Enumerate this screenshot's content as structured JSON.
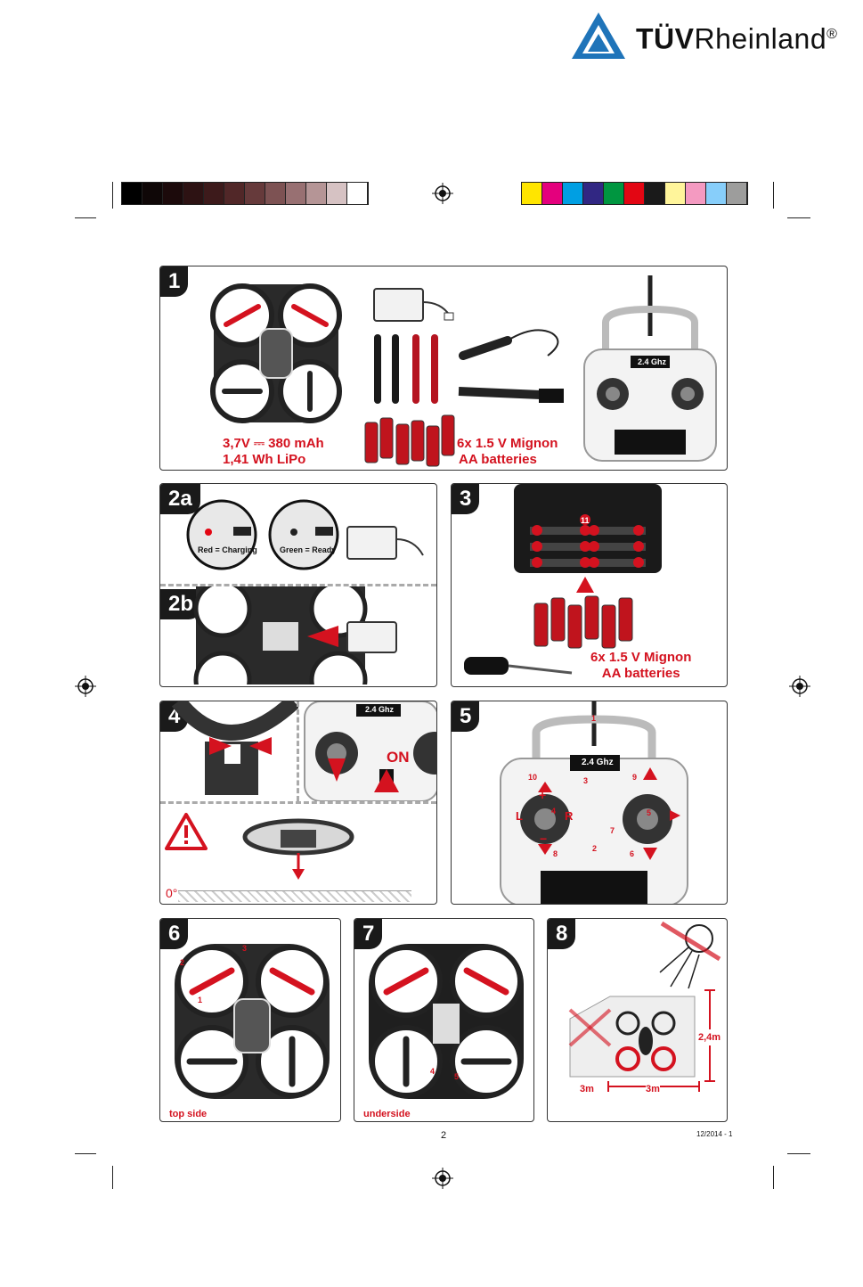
{
  "logo": {
    "brand_bold": "TÜV",
    "brand_light": "Rheinland",
    "registered": "®"
  },
  "color_bar": {
    "dark": [
      "#000000",
      "#0f0707",
      "#1c0a0b",
      "#2d1213",
      "#3d1a1b",
      "#512728",
      "#663a3b",
      "#7d5253",
      "#987072",
      "#b59596",
      "#d6c2c3",
      "#ffffff"
    ],
    "bright": [
      "#ffe500",
      "#e4007d",
      "#009fe3",
      "#312783",
      "#009640",
      "#e30613",
      "#1a1a1a",
      "#fff59b",
      "#f49ac1",
      "#87cefa",
      "#9d9d9c"
    ]
  },
  "panels": {
    "p1": {
      "number": "1",
      "battery_line1": "3,7V ⎓ 380 mAh",
      "battery_line2": "1,41 Wh LiPo",
      "aa_line1": "6x 1.5 V Mignon",
      "aa_line2": "AA batteries",
      "remote_freq": "2.4 Ghz"
    },
    "p2a": {
      "number": "2a",
      "label_red": "Red = Charging",
      "label_green": "Green = Ready"
    },
    "p2b": {
      "number": "2b"
    },
    "p3": {
      "number": "3",
      "marker": "11",
      "aa_line1": "6x 1.5 V Mignon",
      "aa_line2": "AA batteries"
    },
    "p4": {
      "number": "4",
      "remote_freq": "2.4 Ghz",
      "on_label": "ON",
      "angle_label": "0°"
    },
    "p5": {
      "number": "5",
      "remote_freq": "2.4 Ghz",
      "markers": [
        "1",
        "2",
        "3",
        "4",
        "5",
        "6",
        "7",
        "8",
        "9",
        "10"
      ],
      "left": "L",
      "right": "R",
      "plus": "+",
      "minus": "−"
    },
    "p6": {
      "number": "6",
      "caption": "top side",
      "markers": [
        "1",
        "2",
        "3"
      ]
    },
    "p7": {
      "number": "7",
      "caption": "underside",
      "markers": [
        "4",
        "5"
      ]
    },
    "p8": {
      "number": "8",
      "height": "2,4m",
      "width1": "3m",
      "width2": "3m"
    }
  },
  "footer": {
    "page_number": "2",
    "code": "12/2014 - 1"
  }
}
